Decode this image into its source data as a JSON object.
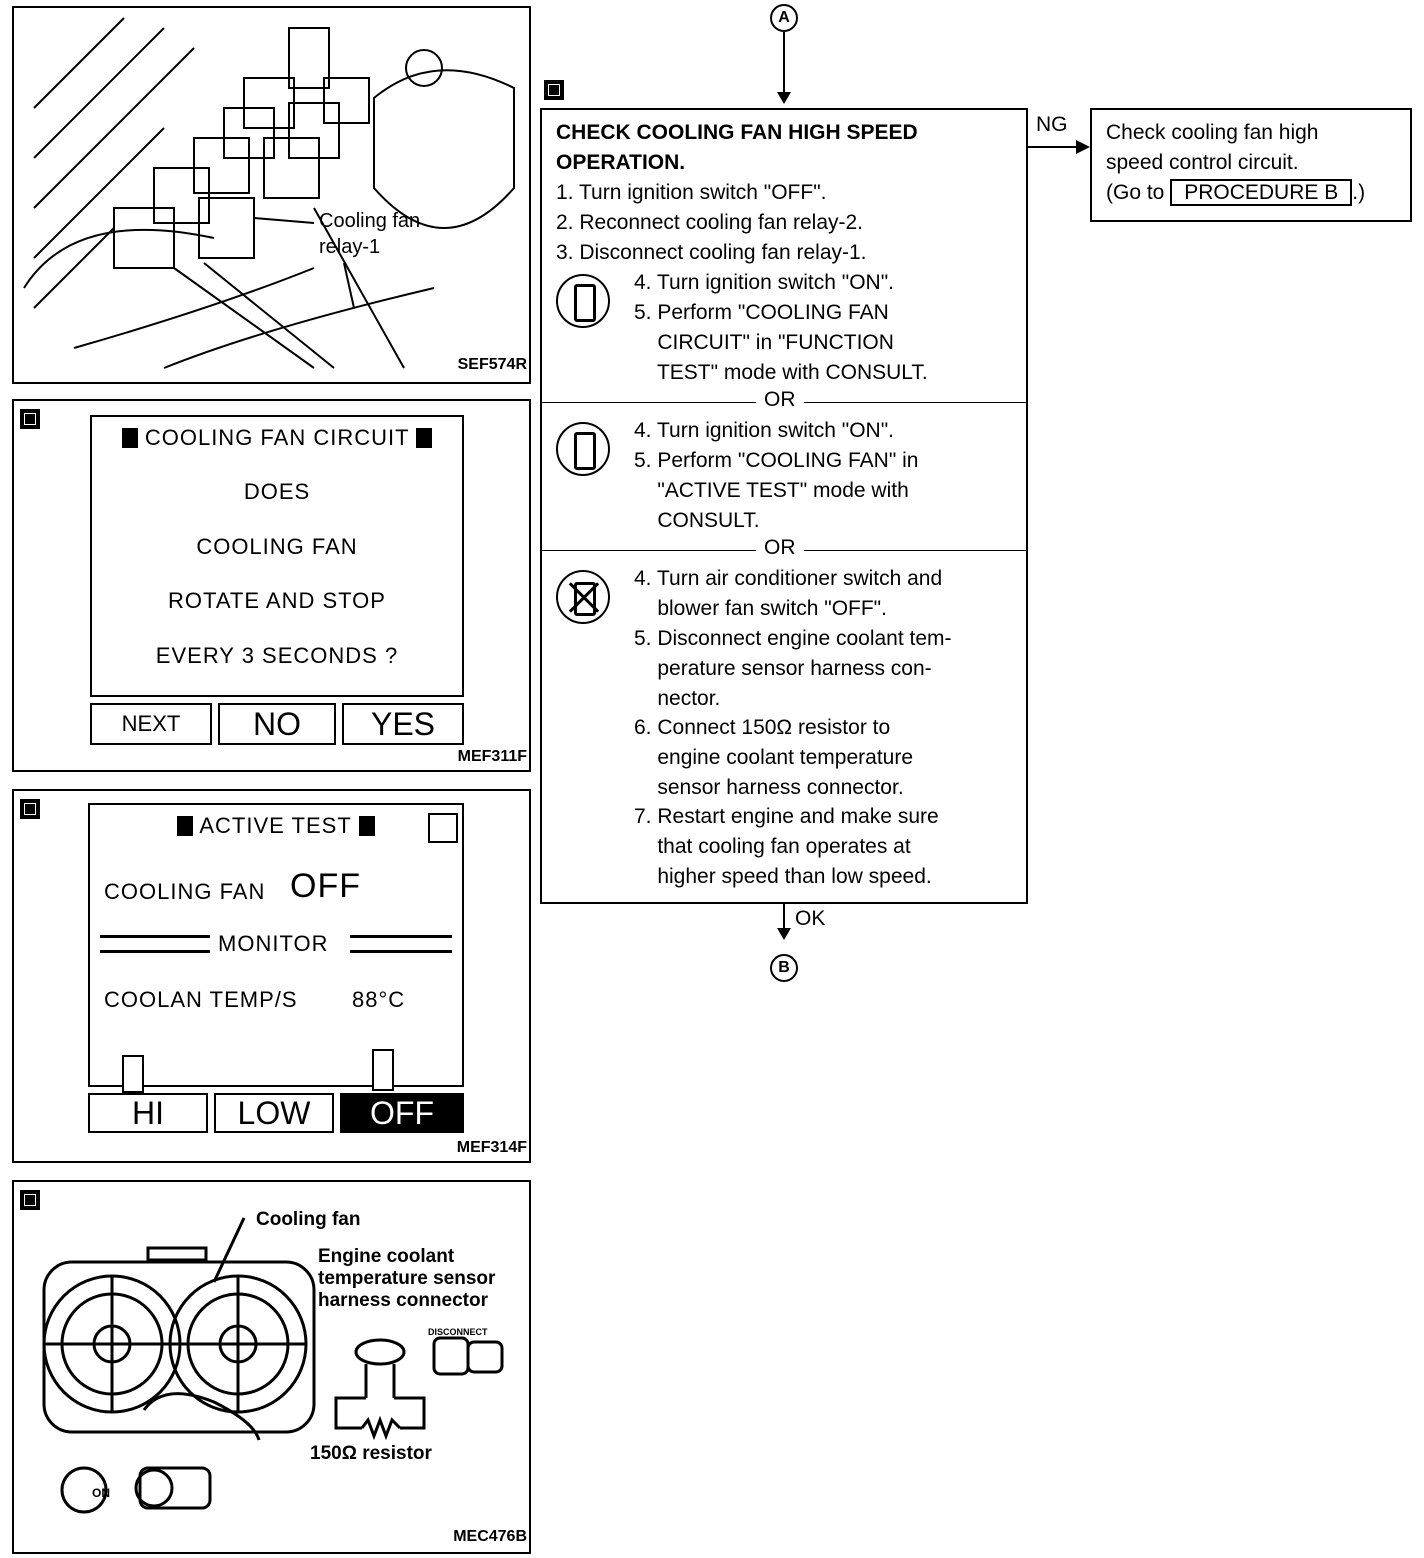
{
  "panel1": {
    "callout": "Cooling fan\nrelay-1",
    "code": "SEF574R"
  },
  "panel2": {
    "title": "COOLING FAN CIRCUIT",
    "lines": [
      "DOES",
      "COOLING FAN",
      "ROTATE AND STOP",
      "EVERY 3 SECONDS ?"
    ],
    "buttons": [
      "NEXT",
      "NO",
      "YES"
    ],
    "code": "MEF311F"
  },
  "panel3": {
    "title": "ACTIVE TEST",
    "fan_label": "COOLING FAN",
    "fan_value": "OFF",
    "monitor": "MONITOR",
    "temp_label": "COOLAN TEMP/S",
    "temp_value": "88°C",
    "buttons": [
      "HI",
      "LOW",
      "OFF"
    ],
    "code": "MEF314F"
  },
  "panel4": {
    "fan_label": "Cooling fan",
    "sensor_label": "Engine coolant\ntemperature sensor\nharness connector",
    "disconnect_label": "DISCONNECT",
    "resistor_label": "150Ω resistor",
    "on_label": "ON",
    "code": "MEC476B"
  },
  "flow": {
    "top_connector": "A",
    "bottom_connector": "B",
    "title": "CHECK COOLING FAN HIGH SPEED\nOPERATION.",
    "steps_common": [
      "1. Turn ignition switch \"OFF\".",
      "2. Reconnect cooling fan relay-2.",
      "3. Disconnect cooling fan relay-1."
    ],
    "steps_a": [
      "4. Turn ignition switch \"ON\".",
      "5. Perform \"COOLING FAN\n    CIRCUIT\" in \"FUNCTION\n    TEST\" mode with CONSULT."
    ],
    "or_text": "OR",
    "steps_b": [
      "4. Turn ignition switch \"ON\".",
      "5. Perform \"COOLING FAN\" in\n    \"ACTIVE TEST\" mode with\n    CONSULT."
    ],
    "steps_c": [
      "4. Turn air conditioner switch and\n    blower fan switch \"OFF\".",
      "5. Disconnect engine coolant tem-\n    perature sensor harness con-\n    nector.",
      "6. Connect 150Ω resistor to\n    engine coolant temperature\n    sensor harness connector.",
      "7. Restart engine and make sure\n    that cooling fan operates at\n    higher speed than low speed."
    ],
    "ng_label": "NG",
    "ok_label": "OK",
    "ng_box": "Check cooling fan high\nspeed control circuit.\n(Go to ",
    "ng_box_procedure": "PROCEDURE B",
    "ng_box_end": ".)"
  }
}
